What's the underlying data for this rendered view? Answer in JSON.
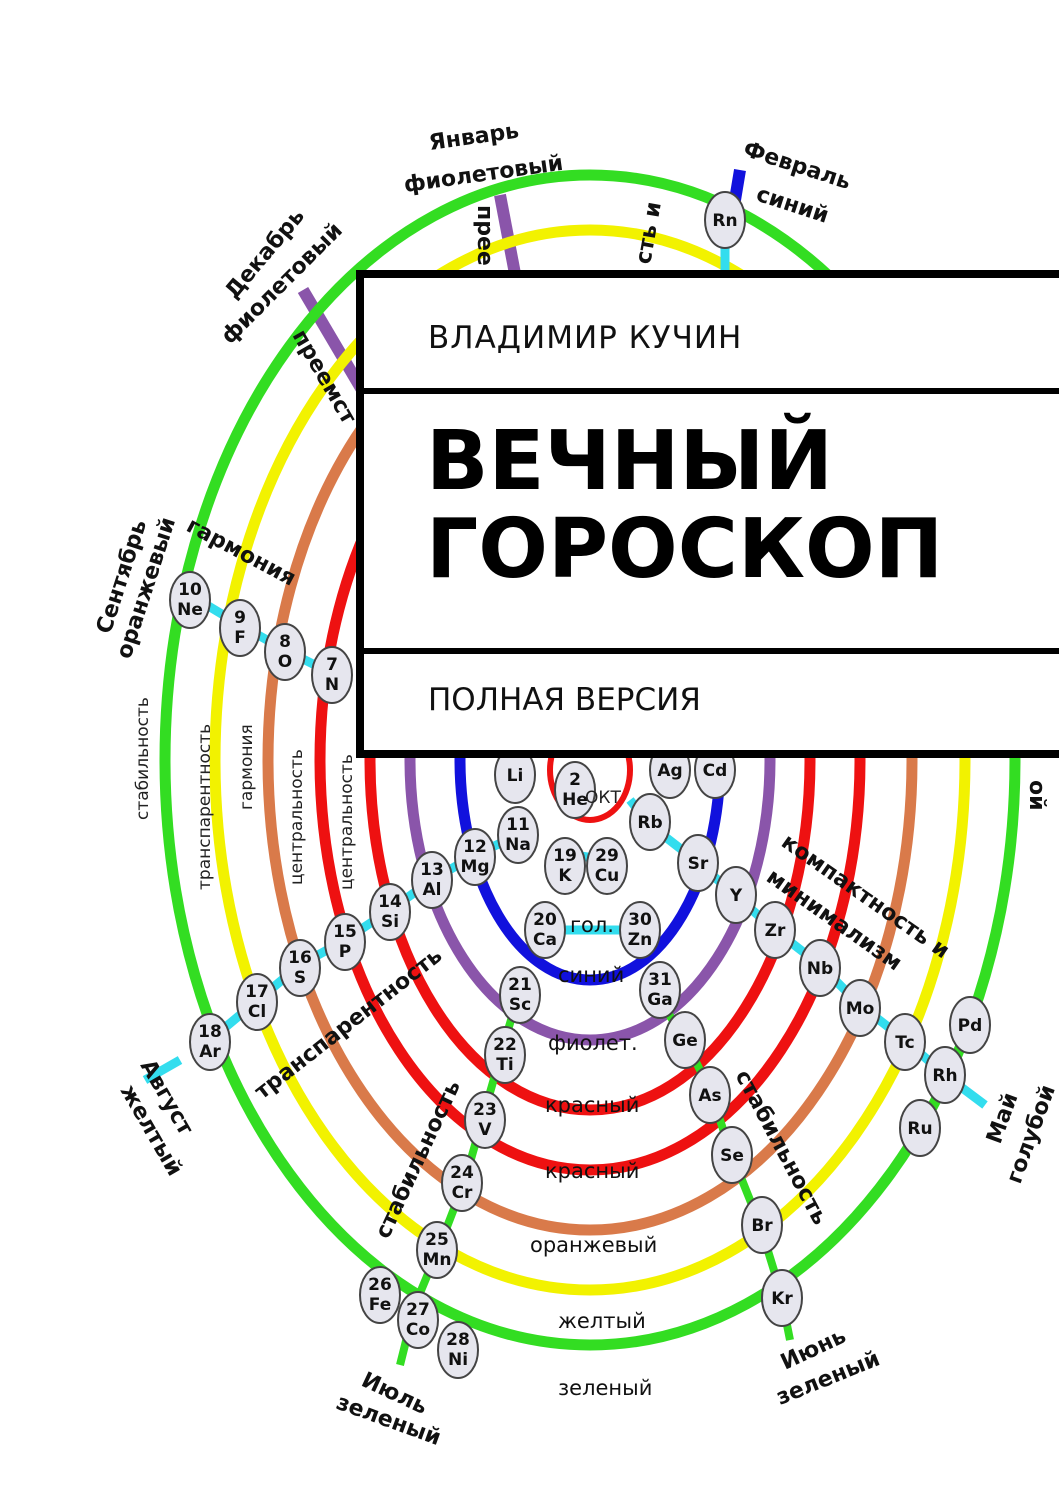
{
  "cover": {
    "author": "ВЛАДИМИР КУЧИН",
    "title_line1": "ВЕЧНЫЙ",
    "title_line2": "ГОРОСКОП",
    "subtitle": "ПОЛНАЯ ВЕРСИЯ"
  },
  "diagram": {
    "colors": {
      "green": "#33dd22",
      "yellow": "#f2f200",
      "orange": "#d97a4a",
      "red": "#ee1111",
      "purple": "#8a55aa",
      "blue": "#1111dd",
      "cyan": "#33ddee"
    },
    "months": {
      "jan": "Январь",
      "jan_color": "фиолетовый",
      "feb": "Февраль",
      "feb_color": "синий",
      "dec": "Декабрь",
      "dec_color": "фиолетовый",
      "sep": "Сентябрь",
      "sep_color": "оранжевый",
      "aug": "Август",
      "aug_color": "желтый",
      "jul": "Июль",
      "jul_color": "зеленый",
      "jun": "Июнь",
      "jun_color": "зеленый",
      "may": "Май",
      "may_color": "голубой"
    },
    "ring_labels": {
      "gol": "гол.",
      "siniy": "синий",
      "fiolet": "фиолет.",
      "krasniy1": "красный",
      "krasniy2": "красный",
      "oranzheviy": "оранжевый",
      "zheltiy": "желтый",
      "zeleniy": "зеленый",
      "okt": "ОКТ"
    },
    "words": {
      "stabilnost": "стабильность",
      "transparentnost": "транспарентность",
      "garmoniya": "гармония",
      "centralnost": "центральность",
      "centraln_partial": "центральность",
      "garmoniya_arc": "гармония",
      "transparentnost_arc": "транспарентность",
      "stabilnost_left": "стабильность",
      "stabilnost_right": "стабильность",
      "kompaktnost": "компактность и",
      "minimalizm": "минимализм",
      "preem_top": "прее",
      "preem_dec": "преемст",
      "st_i": "сть и",
      "oy_partial": "ой"
    },
    "elements": [
      {
        "n": "10",
        "s": "Ne"
      },
      {
        "n": "9",
        "s": "F"
      },
      {
        "n": "8",
        "s": "O"
      },
      {
        "n": "7",
        "s": "N"
      },
      {
        "n": "18",
        "s": "Ar"
      },
      {
        "n": "17",
        "s": "Cl"
      },
      {
        "n": "16",
        "s": "S"
      },
      {
        "n": "15",
        "s": "P"
      },
      {
        "n": "14",
        "s": "Si"
      },
      {
        "n": "13",
        "s": "Al"
      },
      {
        "n": "12",
        "s": "Mg"
      },
      {
        "n": "11",
        "s": "Na"
      },
      {
        "n": "",
        "s": "Li"
      },
      {
        "n": "2",
        "s": "He"
      },
      {
        "n": "19",
        "s": "K"
      },
      {
        "n": "29",
        "s": "Cu"
      },
      {
        "n": "20",
        "s": "Ca"
      },
      {
        "n": "30",
        "s": "Zn"
      },
      {
        "n": "21",
        "s": "Sc"
      },
      {
        "n": "31",
        "s": "Ga"
      },
      {
        "n": "22",
        "s": "Ti"
      },
      {
        "n": "",
        "s": "Ge"
      },
      {
        "n": "23",
        "s": "V"
      },
      {
        "n": "",
        "s": "As"
      },
      {
        "n": "24",
        "s": "Cr"
      },
      {
        "n": "",
        "s": "Se"
      },
      {
        "n": "25",
        "s": "Mn"
      },
      {
        "n": "",
        "s": "Br"
      },
      {
        "n": "26",
        "s": "Fe"
      },
      {
        "n": "27",
        "s": "Co"
      },
      {
        "n": "28",
        "s": "Ni"
      },
      {
        "n": "",
        "s": "Kr"
      },
      {
        "n": "",
        "s": "Rb"
      },
      {
        "n": "",
        "s": "Sr"
      },
      {
        "n": "",
        "s": "Y"
      },
      {
        "n": "",
        "s": "Zr"
      },
      {
        "n": "",
        "s": "Nb"
      },
      {
        "n": "",
        "s": "Mo"
      },
      {
        "n": "",
        "s": "Tc"
      },
      {
        "n": "",
        "s": "Ru"
      },
      {
        "n": "",
        "s": "Rh"
      },
      {
        "n": "",
        "s": "Pd"
      },
      {
        "n": "",
        "s": "Rn"
      },
      {
        "n": "",
        "s": "Ag"
      },
      {
        "n": "",
        "s": "Cd"
      }
    ]
  }
}
